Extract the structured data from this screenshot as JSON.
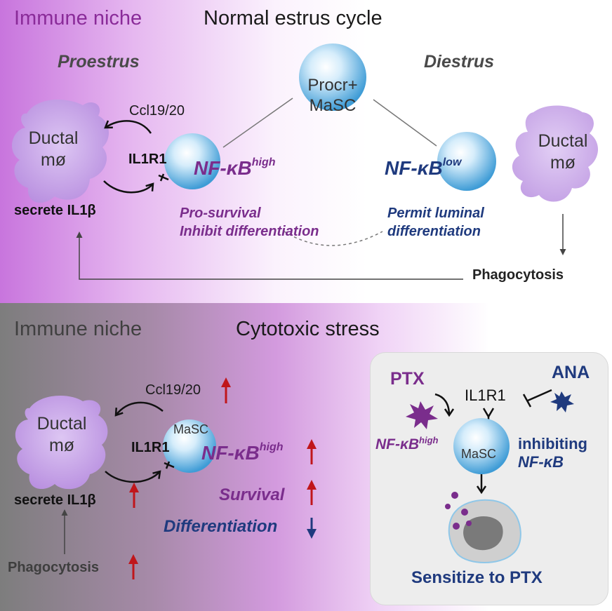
{
  "top": {
    "niche_label": "Immune niche",
    "title": "Normal estrus cycle",
    "phase_left": "Proestrus",
    "phase_right": "Diestrus",
    "masc_label_line1": "Procr+",
    "masc_label_line2": "MaSC",
    "macrophage_left_line1": "Ductal",
    "macrophage_left_line2": "mø",
    "macrophage_right_line1": "Ductal",
    "macrophage_right_line2": "mø",
    "chemokine": "Ccl19/20",
    "receptor": "IL1R1",
    "secrete": "secrete IL1β",
    "nfkb_high_main": "NF-κB",
    "nfkb_high_sup": "high",
    "nfkb_low_main": "NF-κB",
    "nfkb_low_sup": "low",
    "proestrus_desc_line1": "Pro-survival",
    "proestrus_desc_line2": "Inhibit differentiation",
    "diestrus_desc_line1": "Permit luminal",
    "diestrus_desc_line2": "differentiation",
    "phagocytosis": "Phagocytosis"
  },
  "bottom": {
    "niche_label": "Immune niche",
    "title": "Cytotoxic stress",
    "chemokine": "Ccl19/20",
    "macrophage_line1": "Ductal",
    "macrophage_line2": "mø",
    "masc_label": "MaSC",
    "receptor": "IL1R1",
    "secrete": "secrete IL1β",
    "nfkb_main": "NF-κB",
    "nfkb_sup": "high",
    "survival": "Survival",
    "differentiation": "Differentiation",
    "phagocytosis": "Phagocytosis"
  },
  "ptx_box": {
    "drug": "PTX",
    "inhibitor": "ANA",
    "receptor": "IL1R1",
    "nfkb_main": "NF-κB",
    "nfkb_sup": "high",
    "masc_label": "MaSC",
    "inhibiting_line1": "inhibiting",
    "inhibiting_line2": "NF-κB",
    "outcome": "Sensitize to PTX"
  },
  "colors": {
    "purple": "#7a2d8c",
    "navy": "#1f3a7e",
    "up_arrow": "#c0161b",
    "down_arrow": "#1f3a7e",
    "cell_blue": "#5fb2e3",
    "macrophage": "#c6a3e8"
  }
}
